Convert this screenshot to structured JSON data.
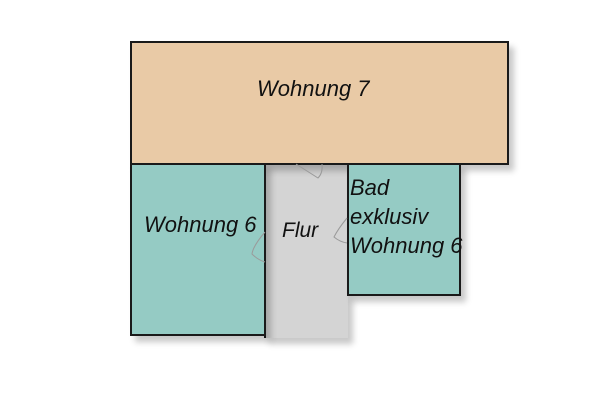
{
  "floorplan": {
    "rooms": [
      {
        "id": "wohnung7",
        "label": "Wohnung 7",
        "color": "#e9caa6"
      },
      {
        "id": "wohnung6",
        "label": "Wohnung 6",
        "color": "#95cbc4"
      },
      {
        "id": "flur",
        "label": "Flur",
        "color": "#d4d4d4"
      },
      {
        "id": "bad",
        "label_lines": [
          "Bad",
          "exklusiv",
          "Wohnung 6"
        ],
        "color": "#95cbc4"
      }
    ],
    "border_color": "#1a1a1a",
    "door_stroke": "#9a9a9a"
  }
}
